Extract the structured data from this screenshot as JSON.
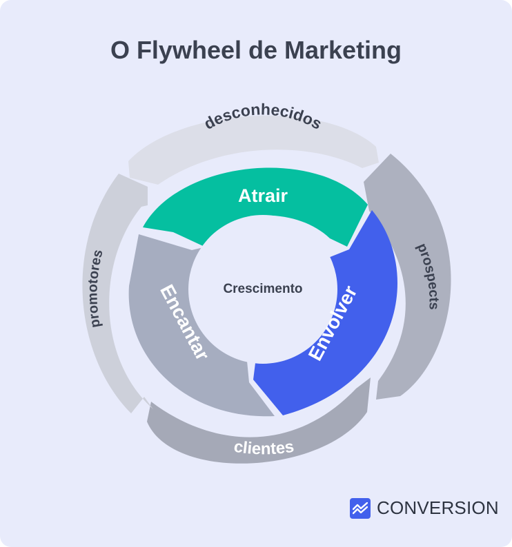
{
  "title": "O Flywheel de Marketing",
  "center_label": "Crescimento",
  "inner_segments": [
    {
      "label": "Atrair",
      "color": "#05bfa0"
    },
    {
      "label": "Envolver",
      "color": "#4260ec"
    },
    {
      "label": "Encantar",
      "color": "#a6adc0"
    }
  ],
  "outer_arrows": [
    {
      "label": "desconhecidos",
      "color": "#dcdee8"
    },
    {
      "label": "prospects",
      "color": "#adb1bf"
    },
    {
      "label": "clientes",
      "color": "#a5a9b7"
    },
    {
      "label": "promotores",
      "color": "#cdd0da"
    }
  ],
  "brand": {
    "name": "CONVERSION",
    "icon": "chart-line-icon",
    "color": "#4260ec"
  },
  "colors": {
    "background": "#e8ebfb",
    "title": "#3b4150",
    "center_text": "#3b4150",
    "outer_text": "#3b4150"
  }
}
